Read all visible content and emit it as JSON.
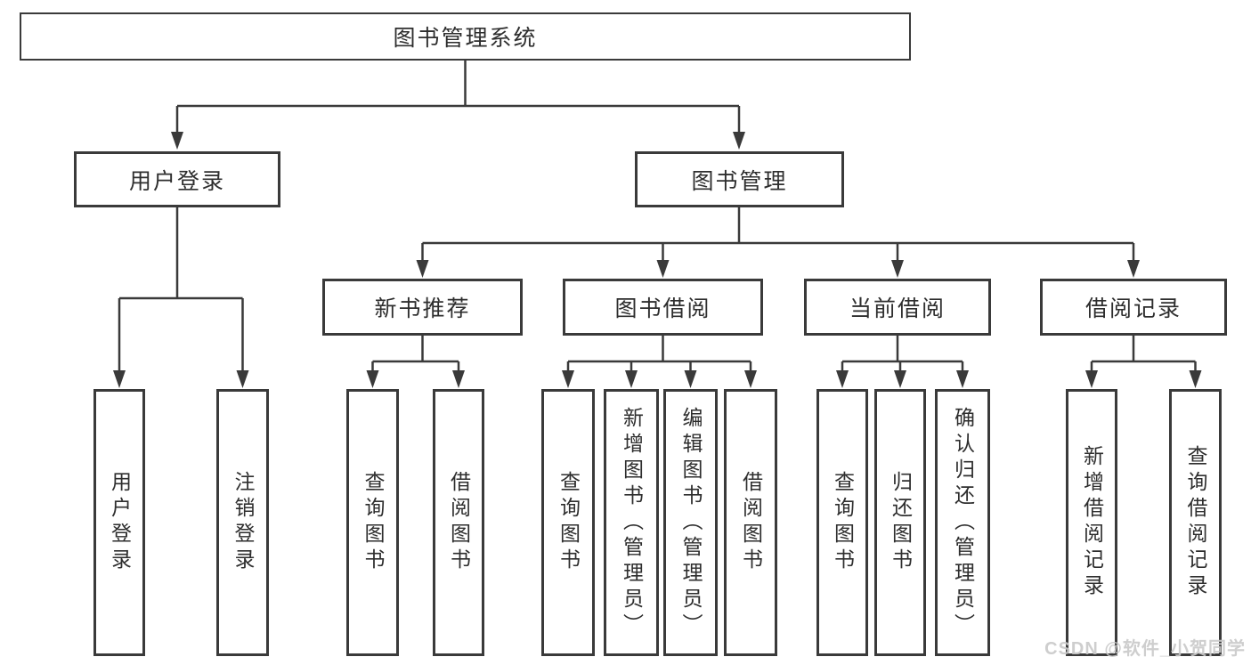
{
  "root": {
    "label": "图书管理系统"
  },
  "level2": [
    {
      "label": "用户登录"
    },
    {
      "label": "图书管理"
    }
  ],
  "level3": [
    {
      "label": "新书推荐",
      "parent": "图书管理"
    },
    {
      "label": "图书借阅",
      "parent": "图书管理"
    },
    {
      "label": "当前借阅",
      "parent": "图书管理"
    },
    {
      "label": "借阅记录",
      "parent": "图书管理"
    }
  ],
  "level4": [
    {
      "label": "用户登录",
      "parent": "用户登录"
    },
    {
      "label": "注销登录",
      "parent": "用户登录"
    },
    {
      "label": "查询图书",
      "parent": "新书推荐"
    },
    {
      "label": "借阅图书",
      "parent": "新书推荐"
    },
    {
      "label": "查询图书",
      "parent": "图书借阅"
    },
    {
      "label": "新增图书（管理员）",
      "parent": "图书借阅"
    },
    {
      "label": "编辑图书（管理员）",
      "parent": "图书借阅"
    },
    {
      "label": "借阅图书",
      "parent": "图书借阅"
    },
    {
      "label": "查询图书",
      "parent": "当前借阅"
    },
    {
      "label": "归还图书",
      "parent": "当前借阅"
    },
    {
      "label": "确认归还（管理员）",
      "parent": "当前借阅"
    },
    {
      "label": "新增借阅记录",
      "parent": "借阅记录"
    },
    {
      "label": "查询借阅记录",
      "parent": "借阅记录"
    }
  ],
  "watermark": {
    "text": "CSDN @软件_小贺同学"
  },
  "colors": {
    "line": "#3a3a3a",
    "border": "#3a3a3a",
    "text": "#2e2e2e",
    "background": "#ffffff",
    "watermark": "#c9c9c9"
  }
}
